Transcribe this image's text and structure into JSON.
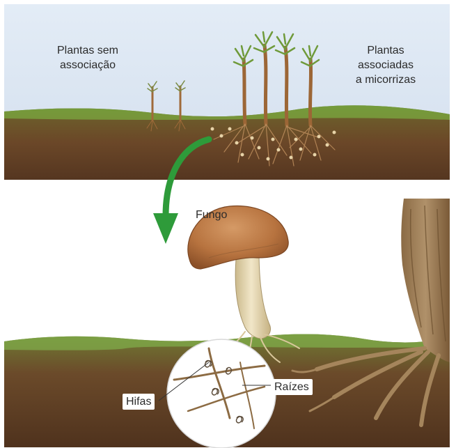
{
  "panel_top": {
    "left_label": [
      "Plantas sem",
      "associação"
    ],
    "right_label": [
      "Plantas",
      "associadas",
      "a micorrizas"
    ]
  },
  "panel_bottom": {
    "fungus_label": "Fungo",
    "hyphae_label": "Hifas",
    "roots_label": "Raízes"
  },
  "colors": {
    "sky": "#dde7f3",
    "grass": "#5f8a33",
    "soil": "#6a4a2a",
    "arrow": "#2e9b3a",
    "mushroom_cap": "#b87748",
    "stem": "#e6d8b4"
  }
}
